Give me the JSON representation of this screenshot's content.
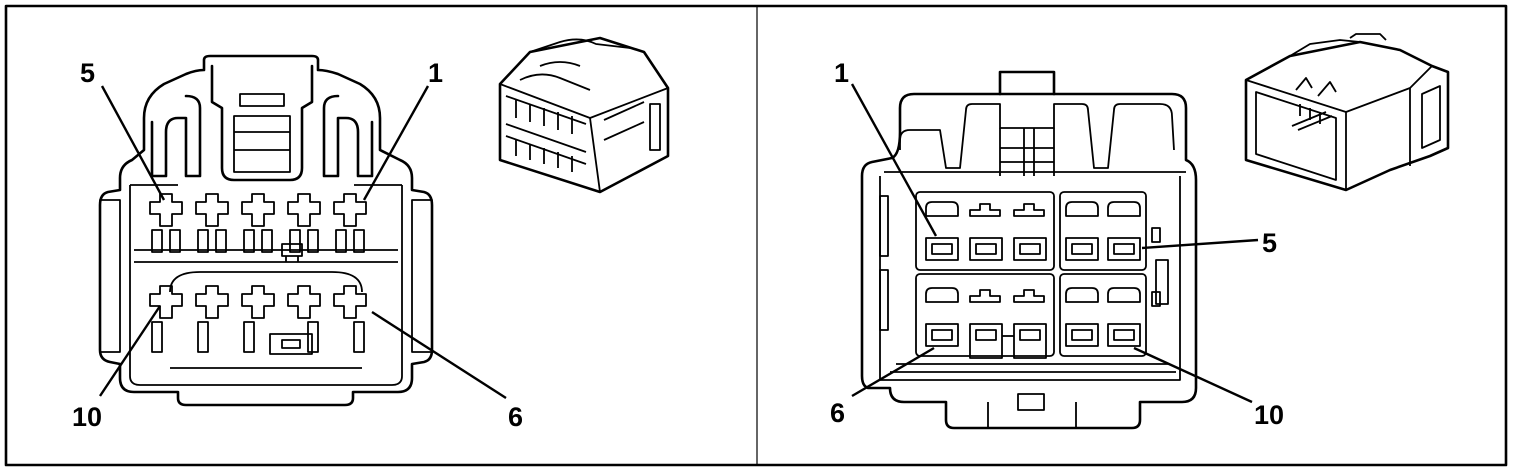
{
  "panels": [
    {
      "id": "left",
      "name": "female-connector-face-view",
      "pin_labels": [
        "5",
        "1",
        "10",
        "6"
      ]
    },
    {
      "id": "right",
      "name": "male-connector-face-view",
      "pin_labels": [
        "1",
        "5",
        "6",
        "10"
      ]
    }
  ],
  "colors": {
    "line": "#000000",
    "background": "#ffffff"
  }
}
